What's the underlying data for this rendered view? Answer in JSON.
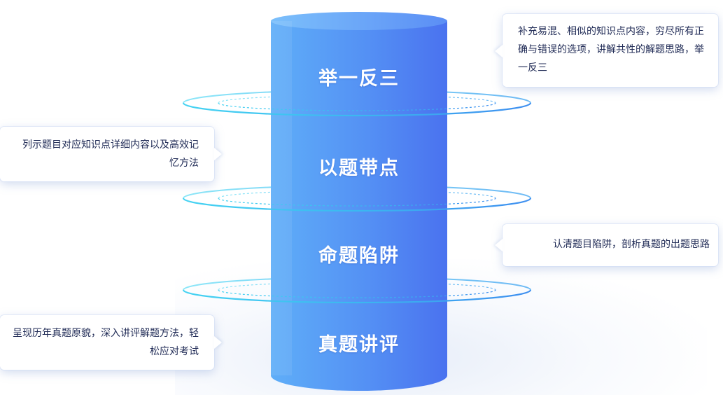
{
  "layers": [
    {
      "label": "举一反三"
    },
    {
      "label": "以题带点"
    },
    {
      "label": "命题陷阱"
    },
    {
      "label": "真题讲评"
    }
  ],
  "callouts": {
    "top_right": "补充易混、相似的知识点内容，穷尽所有正确与错误的选项，讲解共性的解题思路，举一反三",
    "mid_left": "列示题目对应知识点详细内容以及高效记忆方法",
    "mid_right": "认清题目陷阱，剖析真题的出题思路",
    "bottom_left": "呈现历年真题原貌，深入讲评解题方法，轻松应对考试"
  },
  "colors": {
    "cylinder_left": "#5ba9f7",
    "cylinder_right": "#4a76f0",
    "ring": "#43c4ef",
    "callout_text": "#1f2a55"
  }
}
